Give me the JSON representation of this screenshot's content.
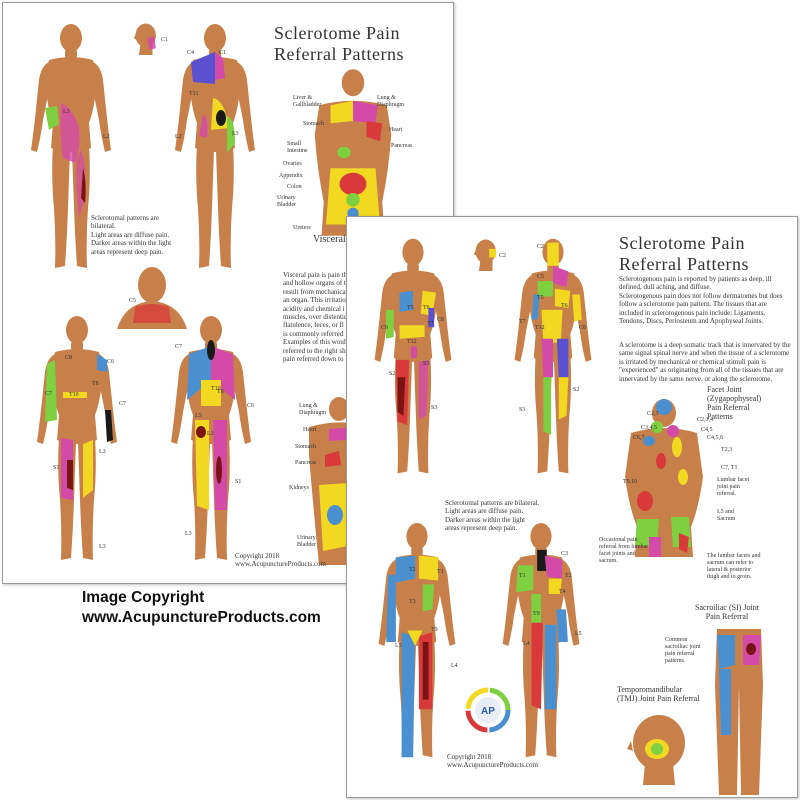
{
  "caption": {
    "line1": "Image Copyright",
    "line2": "www.AcupunctureProducts.com"
  },
  "back_poster": {
    "title": [
      "Sclerotome Pain",
      "Referral Patterns"
    ],
    "viscera_labels": {
      "liver": "Liver &",
      "gallbladder": "Gallbladder",
      "lung": "Lung &",
      "diaphragm": "Diaphragm",
      "stomach": "Stomach",
      "heart": "Heart",
      "pancreas": "Pancreas",
      "small": "Small",
      "intestine": "Intestine",
      "ovaries": "Ovaries",
      "appendix": "Appendix",
      "colon": "Colon",
      "urinary": "Urinary",
      "bladder": "Bladder",
      "ureters": "Ureters"
    },
    "visceral_title": "Visceral",
    "visceral_text": [
      "Visceral pain is pain th",
      "and hollow organs of t",
      "result from mechanica",
      "an organ. This irritatio",
      "acidity and chemical i",
      "muscles, over distentic",
      "flatulence, feces, or fl",
      "is commonly referred",
      "Examples of this woul",
      "referred to the right sh",
      "pain referred down to"
    ],
    "lower_viscera": {
      "lung": "Lung &",
      "diaphragm": "Diaphragm",
      "heart": "Heart",
      "stomach": "Stomach",
      "pancreas": "Pancreas",
      "kidneys": "Kidneys",
      "urinary": "Urinary",
      "bladder": "Bladder"
    },
    "note": [
      "Sclerotomal patterns are",
      "bilateral.",
      "Light areas are diffuse pain.",
      "Darker areas within the light",
      "areas represent deep pain."
    ],
    "copyright": [
      "Copyright 2018",
      "www.AcupunctureProducts.com"
    ],
    "segments": {
      "c1": "C1",
      "c4": "C4",
      "c1b": "C1",
      "l3": "L3",
      "l2": "L2",
      "l2b": "L2",
      "l3b": "L3",
      "t11": "T11",
      "c5": "C5",
      "c6": "C6",
      "c8": "C8",
      "t10": "T10",
      "t8": "T8",
      "c7": "C7",
      "s1": "S1",
      "l3c": "L3",
      "l3d": "L3",
      "c7b": "C7",
      "t10b": "T10",
      "t8b": "T8",
      "c6b": "C6",
      "l5": "L5",
      "l3e": "L3",
      "s1b": "S1",
      "l3f": "L3",
      "c7c": "C7"
    }
  },
  "front_poster": {
    "title": [
      "Sclerotome Pain",
      "Referral Patterns"
    ],
    "intro": [
      "Sclerotogenous pain is reported by patients as deep, ill defined, dull aching, and diffuse.",
      "Sclerotogenous pain does not follow dermatomes but does follow a sclerotome pain pattern. The tissues that are included in sclerotogenous pain include: Ligaments, Tendons, Discs, Periosteum and Apophyseal Joints."
    ],
    "definition": "A sclerotome is a deep somatic track that is innervated by the same signal spinal nerve and when the tissue of a sclerotome is irritated by mechanical or chemical stimuli pain is \"experienced\" as originating from all of the tissues that are innervated by the same nerve, or along the sclerotome.",
    "facet_title": [
      "Facet Joint",
      "(Zygapophyseal)",
      "Pain Referral",
      "Patterns"
    ],
    "facet_labels": {
      "c23": "C2,3",
      "c234": "C2,3,4",
      "c345": "C3,4,5",
      "c45": "C4,5",
      "c67": "C6,7",
      "c456": "C4,5,6",
      "t23": "T2,3",
      "c7t1": "C7, T1",
      "t910": "T9,10",
      "lumbar1": "Lumbar facet",
      "lumbar2": "joint pain",
      "lumbar3": "referral.",
      "l5a": "L5 and",
      "l5b": "Sacrum"
    },
    "occasional": [
      "Occasional pain",
      "referral from lumbar",
      "facet joints and",
      "sacrum."
    ],
    "lumbar_note": [
      "The lumbar facets and",
      "sacrum can refer to",
      "lateral & posterior",
      "thigh and to groin."
    ],
    "note": [
      "Sclerotomal patterns are bilateral.",
      "Light areas are diffuse pain.",
      "Darker areas within the light",
      "areas represent deep pain."
    ],
    "si_title": [
      "Sacroiliac (SI) Joint",
      "Pain Referral"
    ],
    "si_text": [
      "Common",
      "sacroiliac joint",
      "pain referral",
      "patterns."
    ],
    "tmj_title": [
      "Temporomandibular",
      "(TMJ) Joint Pain Referral"
    ],
    "copyright": [
      "Copyright 2018",
      "www.AcupunctureProducts.com"
    ],
    "logo": "AP",
    "segments": {
      "c2": "C2",
      "c2b": "C2",
      "c6": "C6",
      "t5": "T5",
      "t6": "T6",
      "t7": "T7",
      "c8": "C8",
      "t12": "T12",
      "s3": "S3",
      "s2": "S2",
      "s3b": "S3",
      "s2b": "S2",
      "c5": "C5",
      "t5b": "T5",
      "t6b": "T6",
      "c8b": "C8",
      "t7b": "T7",
      "t12b": "T12",
      "s3c": "S3",
      "s2c": "S2",
      "t2": "T2",
      "t1": "T1",
      "t3": "T3",
      "t9": "T9",
      "l5": "L5",
      "l4": "L4",
      "c3": "C3",
      "t1b": "T1",
      "t2b": "T2",
      "t4": "T4",
      "t9b": "T9",
      "l5b": "L5",
      "l4b": "L4"
    }
  },
  "colors": {
    "skin": "#c8804a",
    "skin_dark": "#a9653a",
    "yellow": "#f2d820",
    "magenta": "#d44aa8",
    "blue": "#4a8fd0",
    "green": "#7ed040",
    "red": "#d83a3a",
    "dark_red": "#7a1414",
    "violet": "#5a50d0"
  }
}
